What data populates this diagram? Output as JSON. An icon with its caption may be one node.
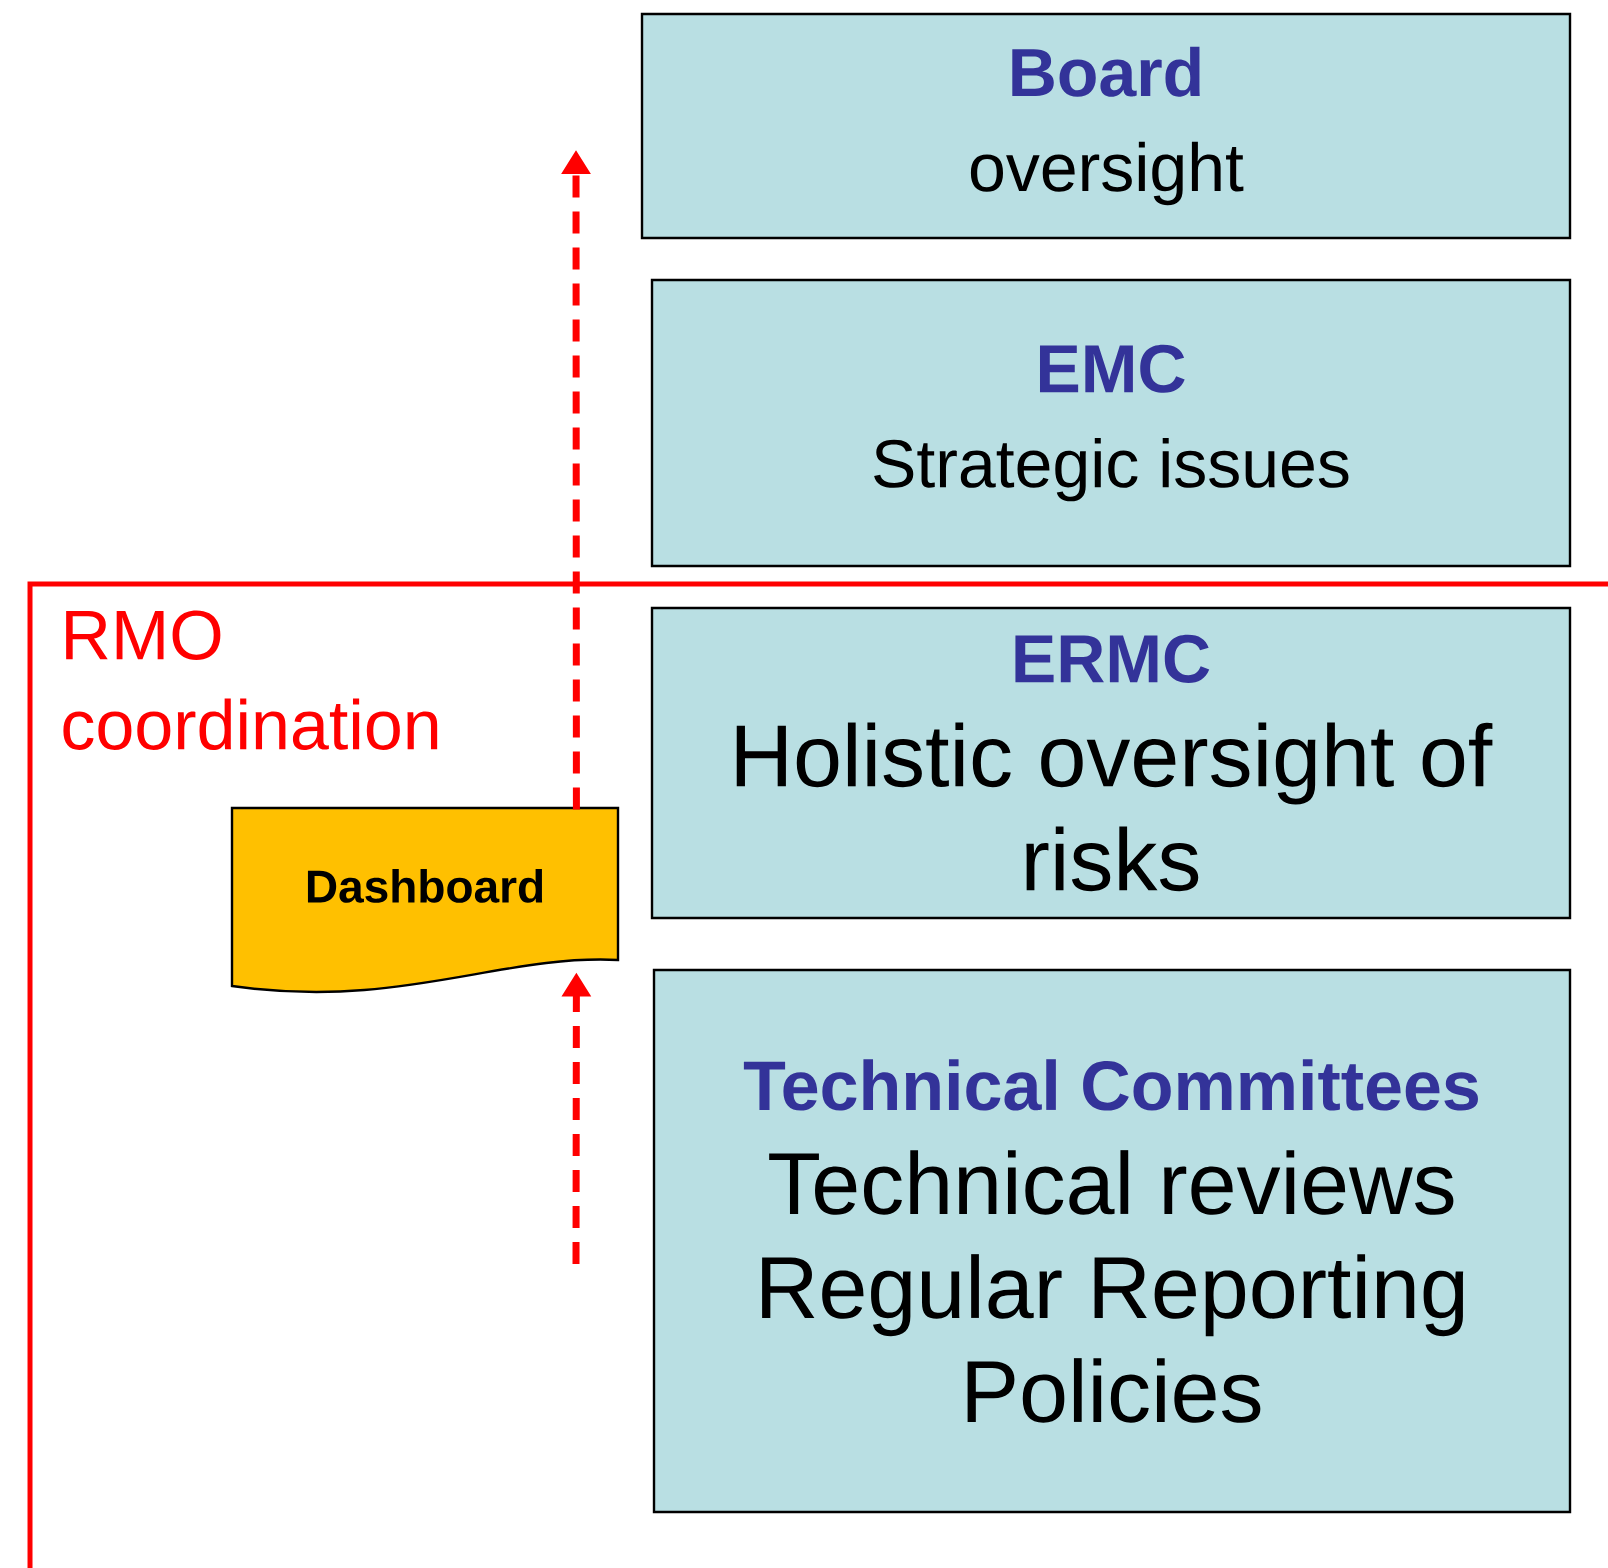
{
  "diagram": {
    "nodes": [
      {
        "text": [
          "RMO coordination"
        ]
      },
      {
        "text": [
          "Board",
          "oversight"
        ]
      },
      {
        "text": [
          "EMC",
          "Strategic issues"
        ]
      },
      {
        "text": [
          "ERMC",
          "Holistic oversight of risks"
        ],
        "in": 0
      },
      {
        "text": [
          "Technical Committees",
          "Technical reviews",
          "Regular Reporting",
          "Policies"
        ],
        "in": 0
      },
      {
        "text": [
          "Dashboard"
        ],
        "in": 0
      }
    ],
    "edges": [
      {
        "from": null,
        "to": 5,
        "arrow": "to",
        "style": "dashed"
      },
      {
        "from": 5,
        "to": null,
        "arrow": "to",
        "style": "dashed"
      }
    ]
  }
}
